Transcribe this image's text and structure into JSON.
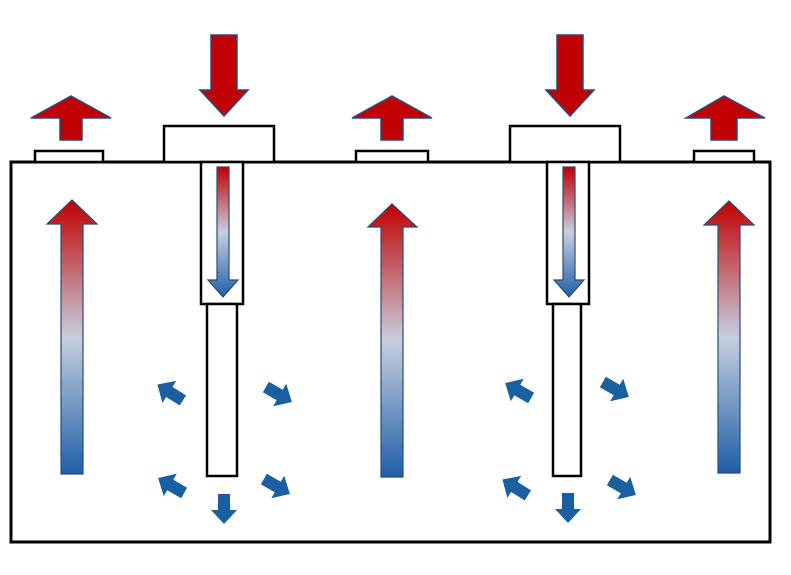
{
  "diagram": {
    "components": [
      "container",
      "injection-well-1",
      "injection-well-2",
      "extraction-vent-1",
      "extraction-vent-2",
      "extraction-vent-3"
    ],
    "colors": {
      "hot_red": "#c00000",
      "cold_blue": "#1f5fa8",
      "flow_blue": "#1a5fa0",
      "arrow_outline": "#2b4a78",
      "outline": "#000000",
      "fill": "#ffffff",
      "gradient_mid": "#c7cede"
    },
    "flows": {
      "inflow_count": 2,
      "outflow_count": 3,
      "upward_columns": 3,
      "dispersion_arrows_per_well": 5
    }
  }
}
